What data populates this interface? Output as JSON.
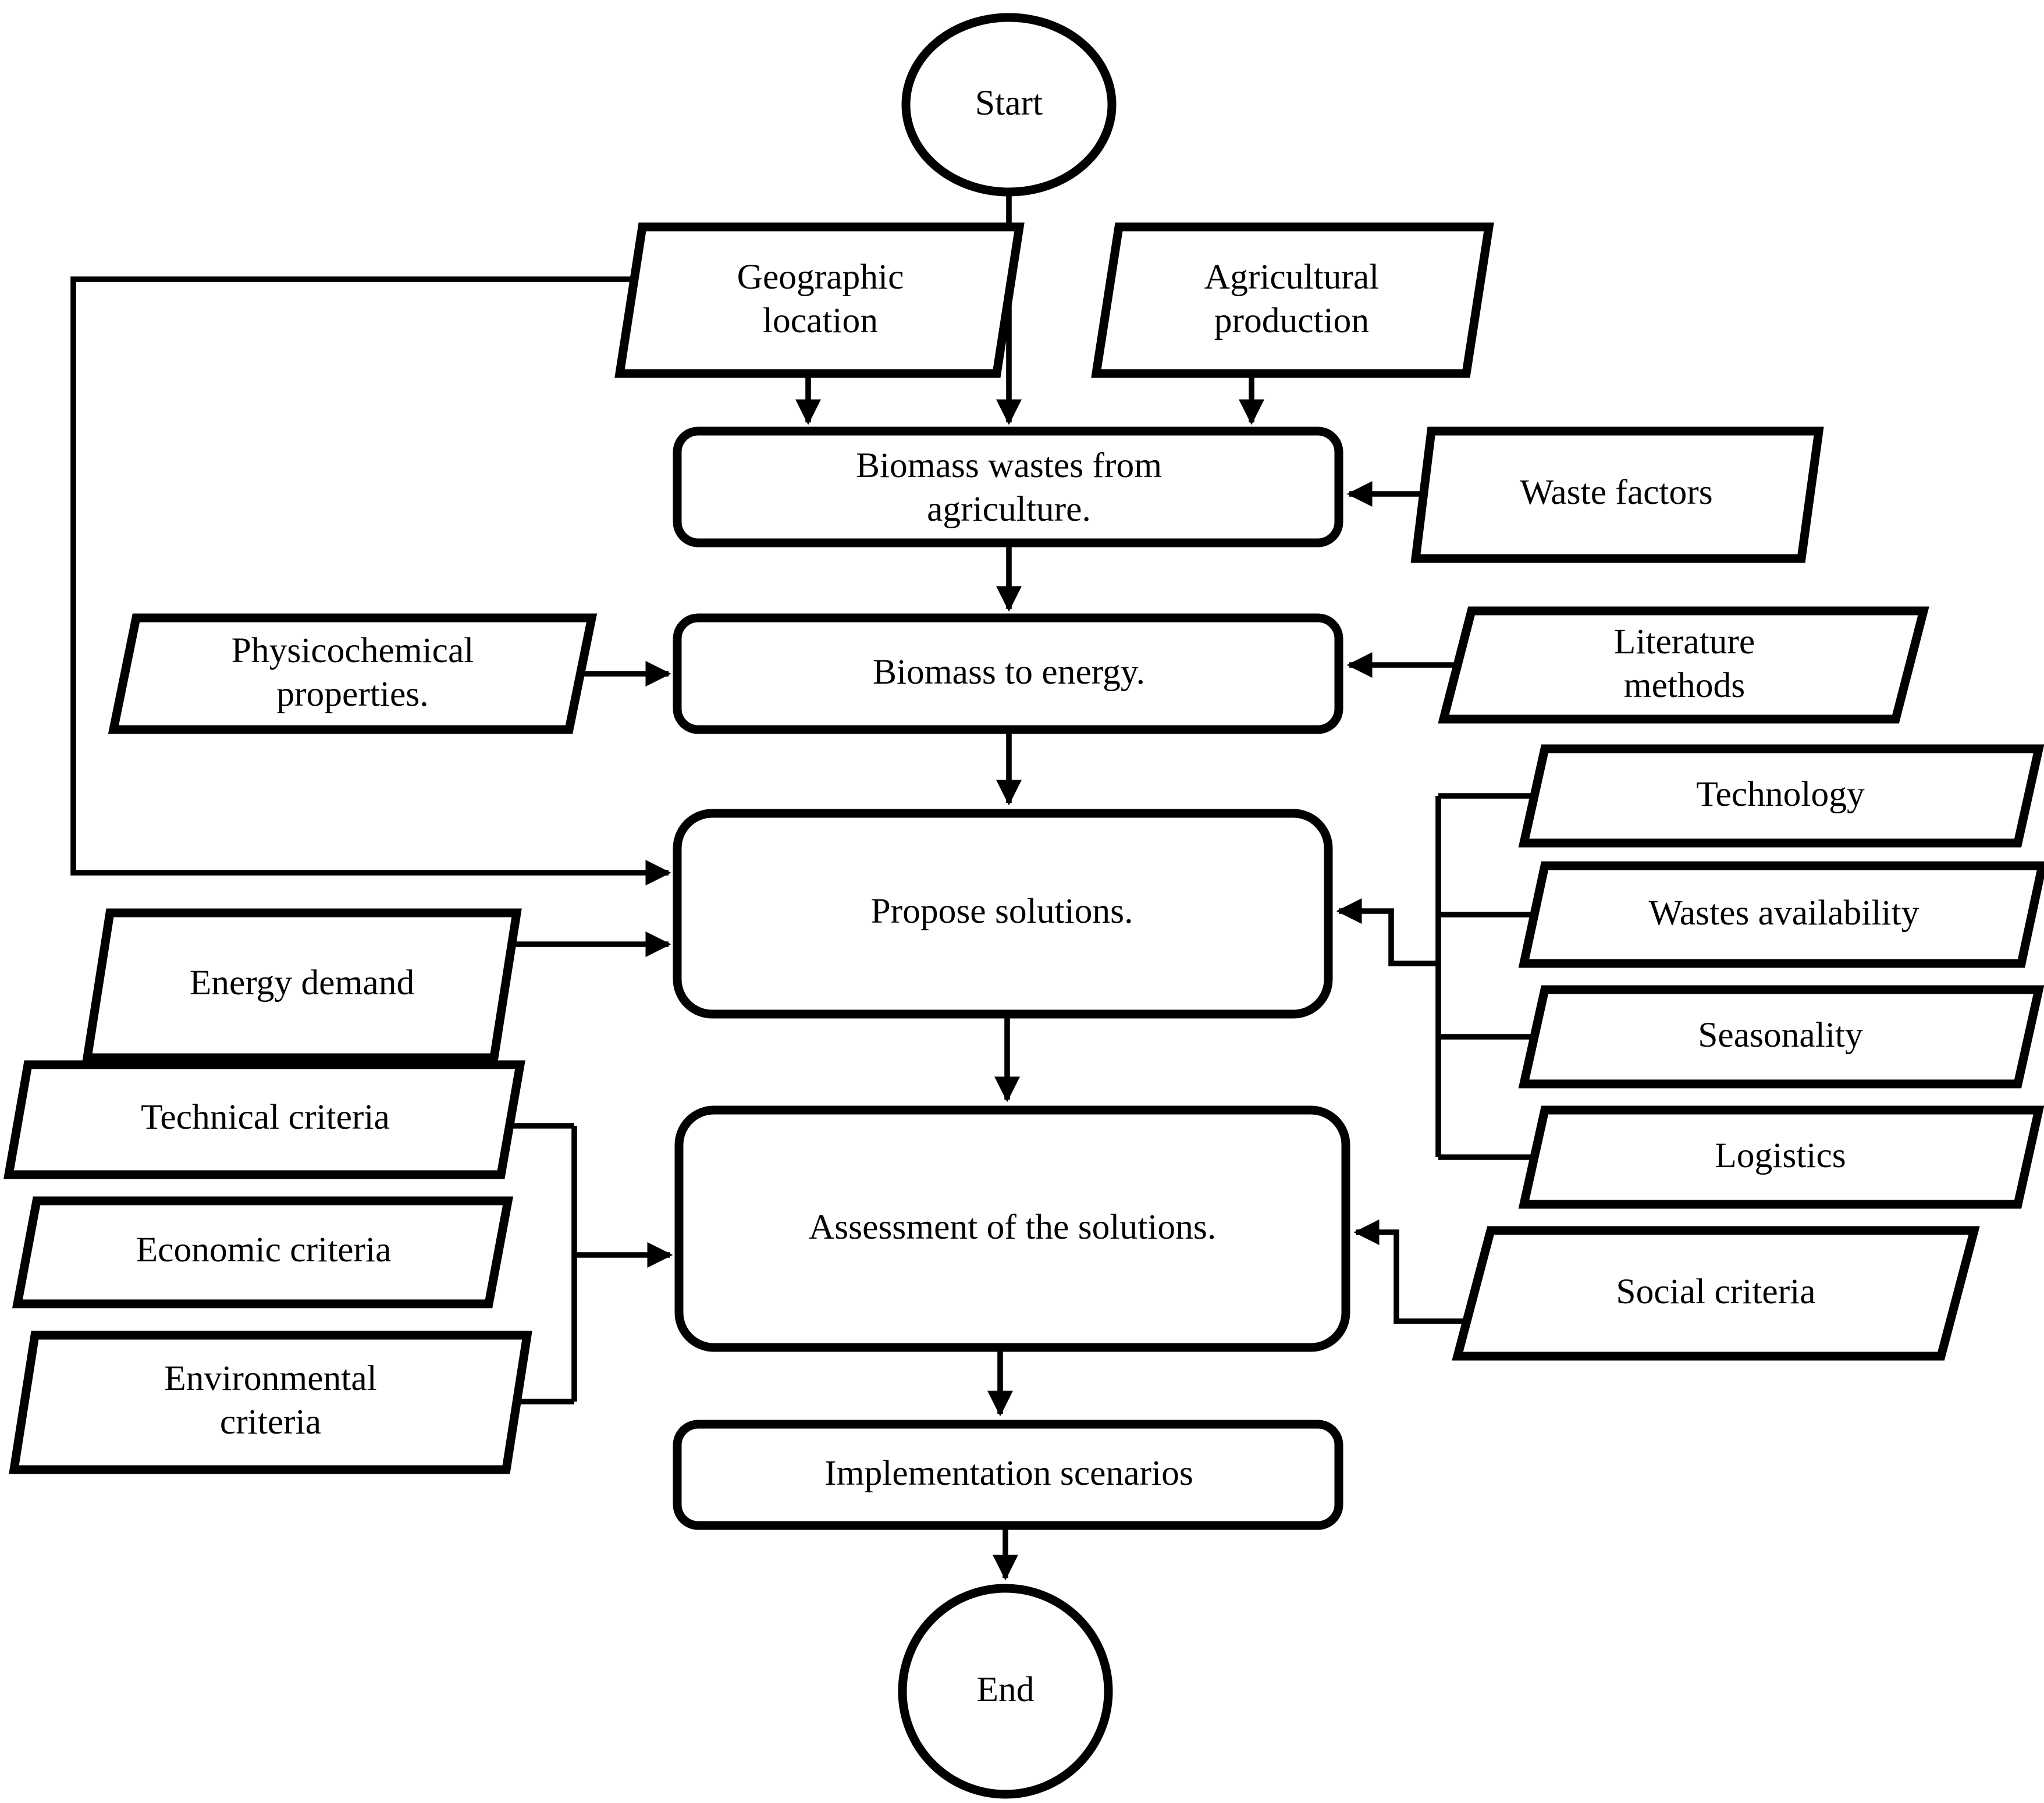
{
  "nodes": {
    "start": {
      "label": "Start",
      "type": "terminator"
    },
    "geographic_location": {
      "label": "Geographic location",
      "type": "data"
    },
    "agricultural_production": {
      "label": "Agricultural production",
      "type": "data"
    },
    "biomass_wastes": {
      "label": "Biomass wastes from agriculture.",
      "type": "process"
    },
    "waste_factors": {
      "label": "Waste factors",
      "type": "data"
    },
    "physicochemical_properties": {
      "label": "Physicochemical properties.",
      "type": "data"
    },
    "biomass_to_energy": {
      "label": "Biomass to energy.",
      "type": "process"
    },
    "literature_methods": {
      "label": "Literature methods",
      "type": "data"
    },
    "propose_solutions": {
      "label": "Propose solutions.",
      "type": "process"
    },
    "technology": {
      "label": "Technology",
      "type": "data"
    },
    "wastes_availability": {
      "label": "Wastes availability",
      "type": "data"
    },
    "seasonality": {
      "label": "Seasonality",
      "type": "data"
    },
    "logistics": {
      "label": "Logistics",
      "type": "data"
    },
    "energy_demand": {
      "label": "Energy demand",
      "type": "data"
    },
    "technical_criteria": {
      "label": "Technical criteria",
      "type": "data"
    },
    "economic_criteria": {
      "label": "Economic criteria",
      "type": "data"
    },
    "environmental_criteria": {
      "label": "Environmental criteria",
      "type": "data"
    },
    "assessment": {
      "label": "Assessment of the solutions.",
      "type": "process"
    },
    "social_criteria": {
      "label": "Social criteria",
      "type": "data"
    },
    "implementation_scenarios": {
      "label": "Implementation scenarios",
      "type": "process"
    },
    "end": {
      "label": "End",
      "type": "terminator"
    }
  },
  "edges": [
    {
      "from": "Start",
      "to": "Biomass wastes from agriculture."
    },
    {
      "from": "Geographic location",
      "to": "Biomass wastes from agriculture."
    },
    {
      "from": "Agricultural production",
      "to": "Biomass wastes from agriculture."
    },
    {
      "from": "Waste factors",
      "to": "Biomass wastes from agriculture."
    },
    {
      "from": "Biomass wastes from agriculture.",
      "to": "Biomass to energy."
    },
    {
      "from": "Physicochemical properties.",
      "to": "Biomass to energy."
    },
    {
      "from": "Literature methods",
      "to": "Biomass to energy."
    },
    {
      "from": "Biomass to energy.",
      "to": "Propose solutions."
    },
    {
      "from": "Geographic location",
      "to": "Propose solutions."
    },
    {
      "from": "Energy demand",
      "to": "Propose solutions."
    },
    {
      "from": [
        "Technology",
        "Wastes availability",
        "Seasonality",
        "Logistics"
      ],
      "to": "Propose solutions."
    },
    {
      "from": "Propose solutions.",
      "to": "Assessment of the solutions."
    },
    {
      "from": [
        "Technical criteria",
        "Economic criteria",
        "Environmental criteria"
      ],
      "to": "Assessment of the solutions."
    },
    {
      "from": "Social criteria",
      "to": "Assessment of the solutions."
    },
    {
      "from": "Assessment of the solutions.",
      "to": "Implementation scenarios"
    },
    {
      "from": "Implementation scenarios",
      "to": "End"
    }
  ],
  "colors": {
    "stroke": "#000000",
    "fill": "#ffffff",
    "background": "#ffffff"
  }
}
